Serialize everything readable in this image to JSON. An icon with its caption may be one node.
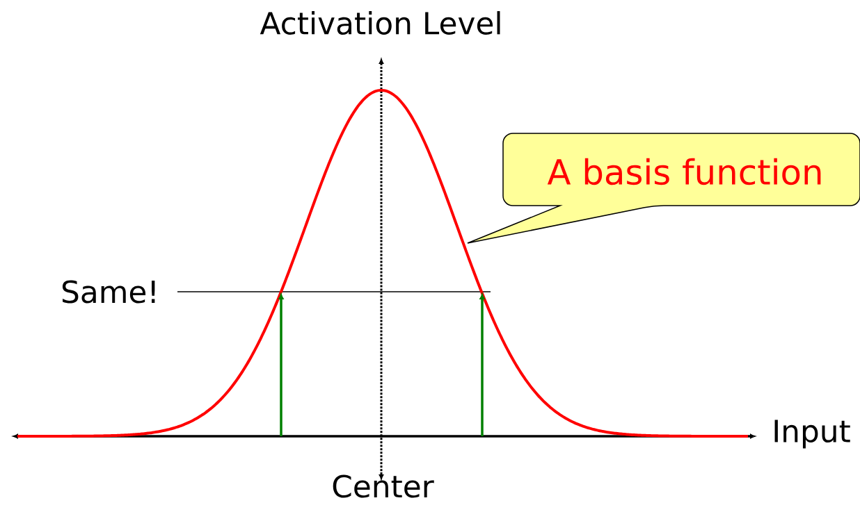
{
  "diagram": {
    "nodes": [
      {
        "text": [
          "A basis function"
        ]
      }
    ],
    "labels": [
      "Activation Level",
      "Same!",
      "Input",
      "Center"
    ]
  }
}
